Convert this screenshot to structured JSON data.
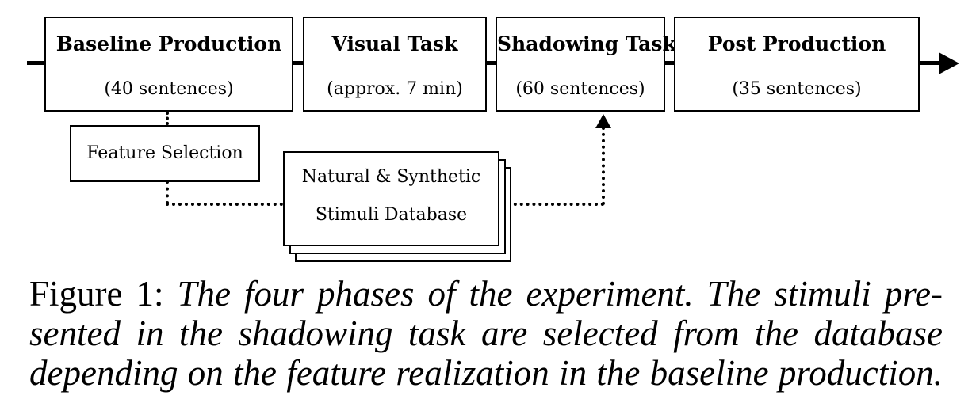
{
  "diagram": {
    "phases": [
      {
        "title": "Baseline Production",
        "subtitle": "(40 sentences)"
      },
      {
        "title": "Visual Task",
        "subtitle": "(approx. 7 min)"
      },
      {
        "title": "Shadowing Task",
        "subtitle": "(60 sentences)"
      },
      {
        "title": "Post Production",
        "subtitle": "(35 sentences)"
      }
    ],
    "feature_selection": "Feature Selection",
    "database": {
      "line1": "Natural & Synthetic",
      "line2": "Stimuli Database"
    }
  },
  "caption": {
    "label": "Figure 1:",
    "line1": "The four phases of the experiment. The stimuli pre-",
    "line2": "sented in the shadowing task are selected from the database",
    "line3": "depending on the feature realization in the baseline production."
  }
}
